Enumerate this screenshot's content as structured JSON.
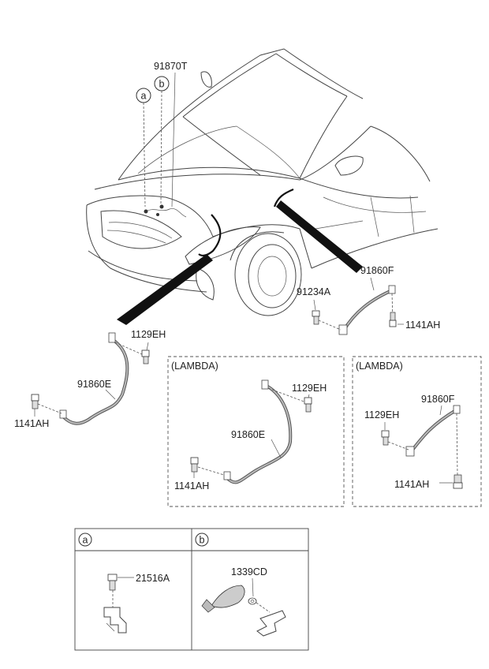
{
  "parts": {
    "p_91870T": "91870T",
    "p_91860F_top": "91860F",
    "p_91234A": "91234A",
    "p_1141AH_right": "1141AH",
    "p_1129EH_left": "1129EH",
    "p_91860E_left": "91860E",
    "p_1141AH_left": "1141AH",
    "p_1129EH_mid": "1129EH",
    "p_91860E_mid": "91860E",
    "p_1141AH_mid": "1141AH",
    "p_91860F_right": "91860F",
    "p_1129EH_right": "1129EH",
    "p_1141AH_right2": "1141AH",
    "p_21516A": "21516A",
    "p_1339CD": "1339CD"
  },
  "callouts": {
    "a": "a",
    "b": "b"
  },
  "variant_boxes": {
    "lambda_1": "(LAMBDA)",
    "lambda_2": "(LAMBDA)"
  },
  "detail_table": {
    "col_a": "a",
    "col_b": "b"
  }
}
